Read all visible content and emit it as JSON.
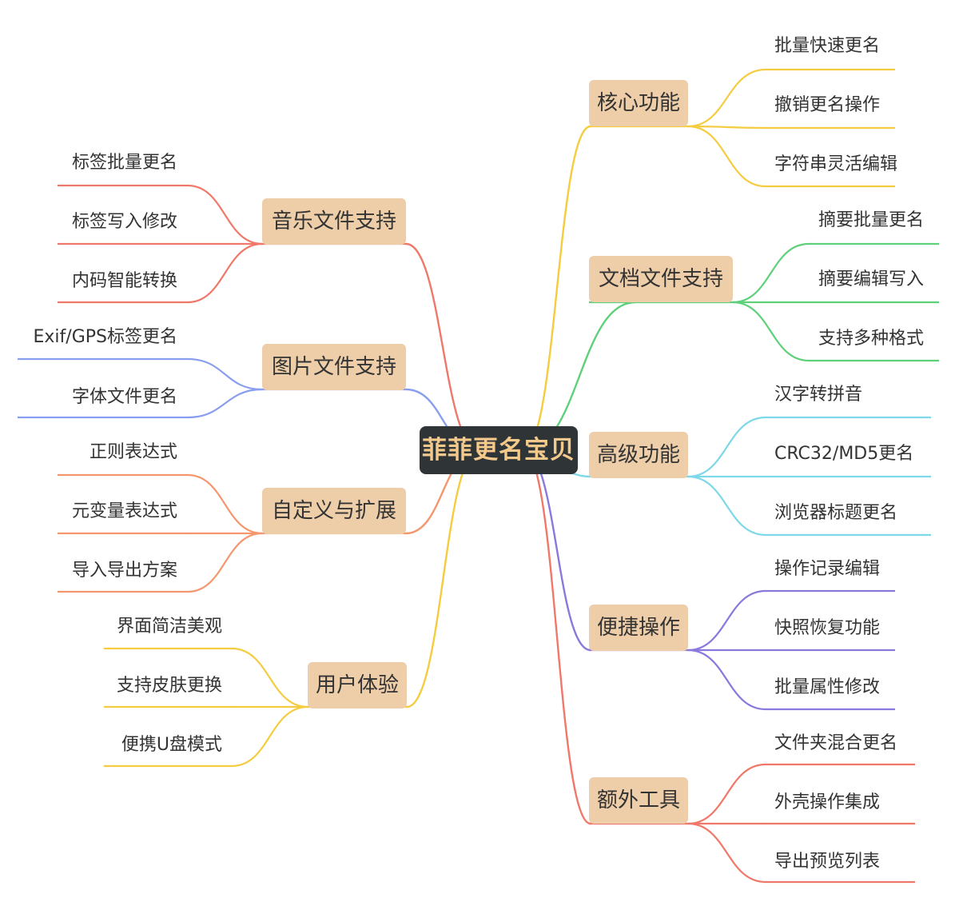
{
  "root": {
    "label": "菲菲更名宝贝",
    "color": "#2f3437",
    "text_color": "#f3c98c"
  },
  "branch_fill": "#eecda9",
  "branches": [
    {
      "id": "core",
      "label": "核心功能",
      "color": "#f5cc3f",
      "leaves": [
        "批量快速更名",
        "撤销更名操作",
        "字符串灵活编辑"
      ]
    },
    {
      "id": "doc",
      "label": "文档文件支持",
      "color": "#5ed07a",
      "leaves": [
        "摘要批量更名",
        "摘要编辑写入",
        "支持多种格式"
      ]
    },
    {
      "id": "adv",
      "label": "高级功能",
      "color": "#7dd8e8",
      "leaves": [
        "汉字转拼音",
        "CRC32/MD5更名",
        "浏览器标题更名"
      ]
    },
    {
      "id": "quick",
      "label": "便捷操作",
      "color": "#8a78dc",
      "leaves": [
        "操作记录编辑",
        "快照恢复功能",
        "批量属性修改"
      ]
    },
    {
      "id": "extra",
      "label": "额外工具",
      "color": "#f0786a",
      "leaves": [
        "文件夹混合更名",
        "外壳操作集成",
        "导出预览列表"
      ]
    },
    {
      "id": "music",
      "label": "音乐文件支持",
      "color": "#f0786a",
      "leaves": [
        "标签批量更名",
        "标签写入修改",
        "内码智能转换"
      ]
    },
    {
      "id": "image",
      "label": "图片文件支持",
      "color": "#8a9ef0",
      "leaves": [
        "Exif/GPS标签更名",
        "字体文件更名"
      ]
    },
    {
      "id": "custom",
      "label": "自定义与扩展",
      "color": "#f4976e",
      "leaves": [
        "正则表达式",
        "元变量表达式",
        "导入导出方案"
      ]
    },
    {
      "id": "ux",
      "label": "用户体验",
      "color": "#f5cc3f",
      "leaves": [
        "界面简洁美观",
        "支持皮肤更换",
        "便携U盘模式"
      ]
    }
  ]
}
